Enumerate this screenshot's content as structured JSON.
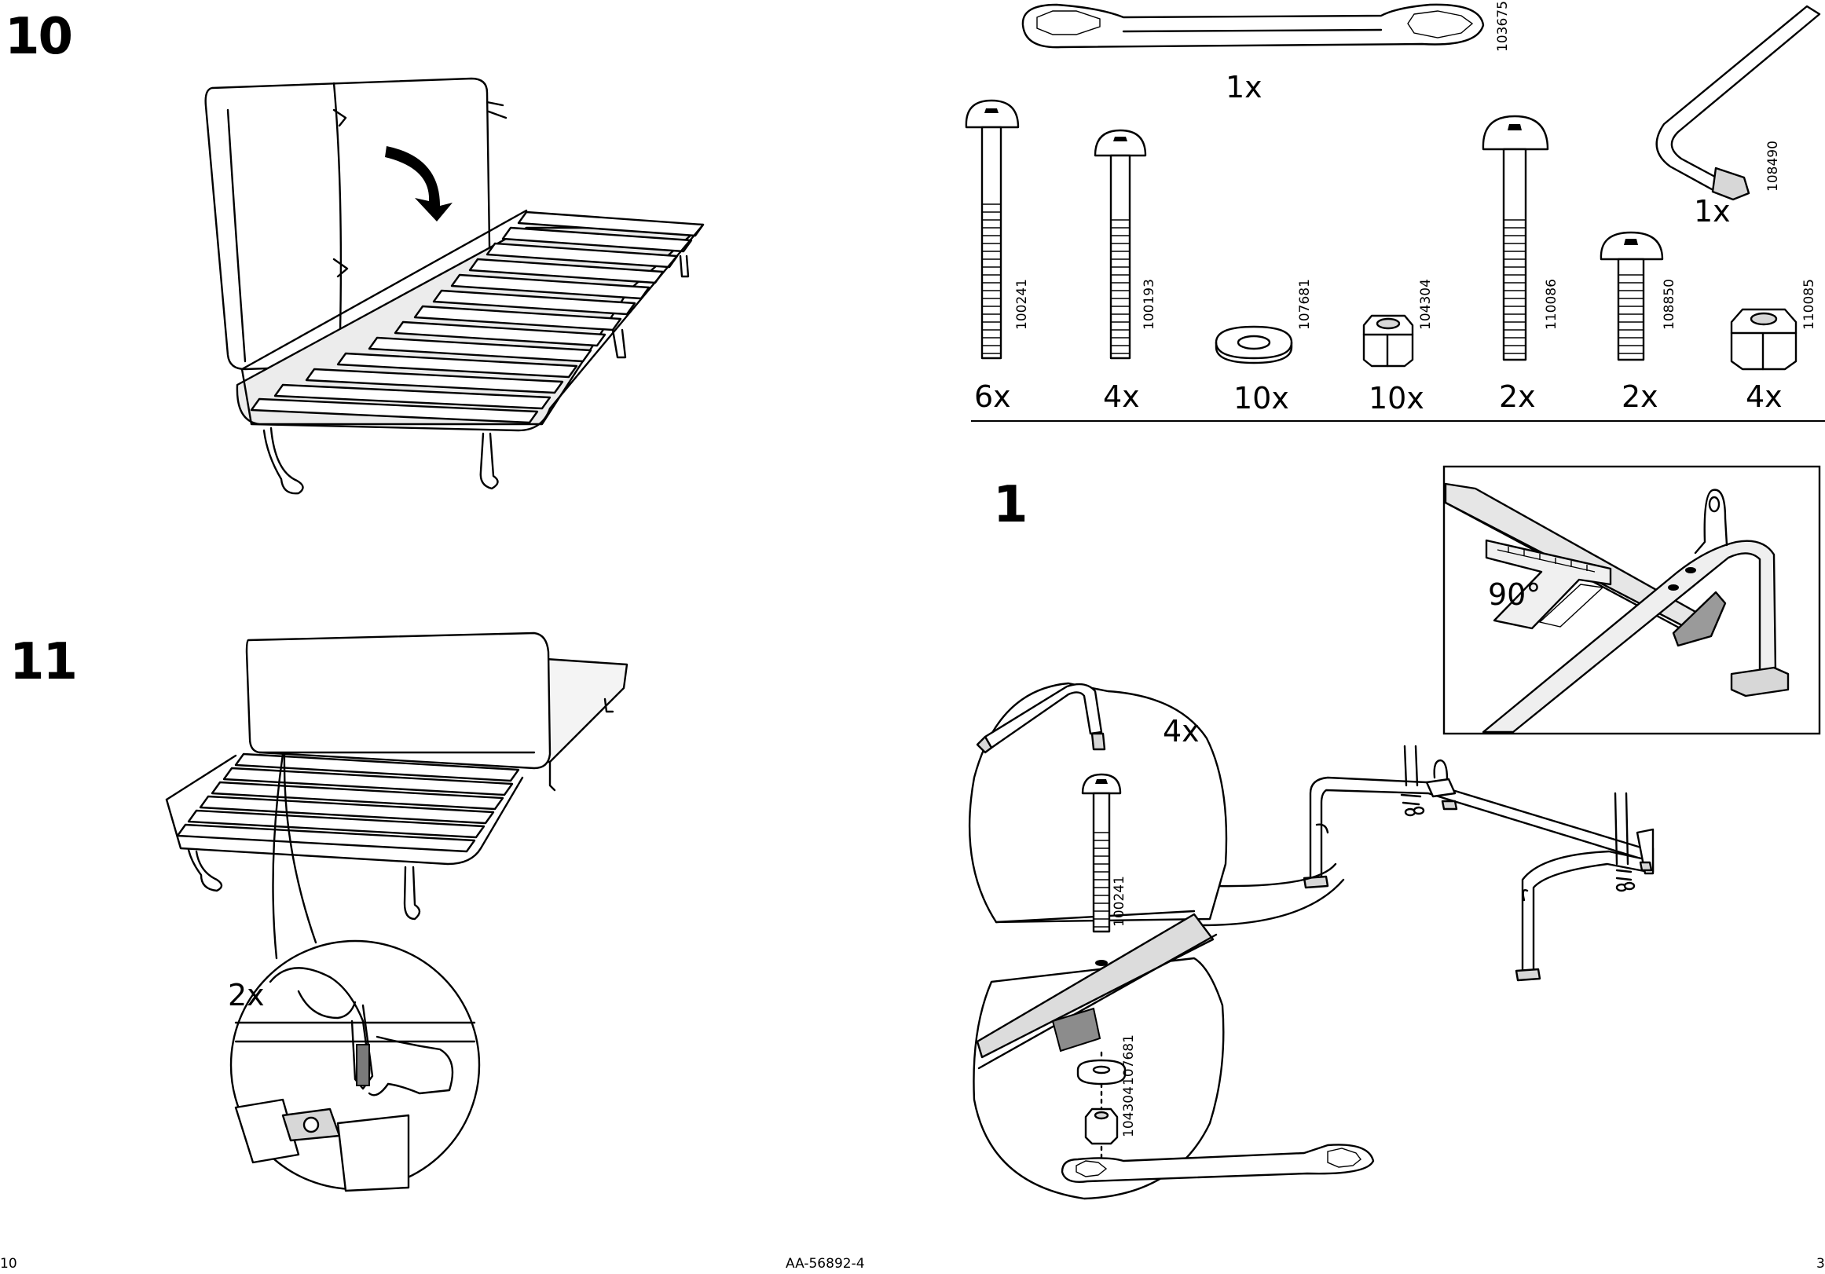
{
  "steps": {
    "step10": "10",
    "step11": "11",
    "step1": "1"
  },
  "parts": {
    "wrench": {
      "code": "103675",
      "qty": "1x"
    },
    "allen_key": {
      "code": "108490",
      "qty": "1x"
    },
    "items": [
      {
        "code": "100241",
        "qty": "6x"
      },
      {
        "code": "100193",
        "qty": "4x"
      },
      {
        "code": "107681",
        "qty": "10x"
      },
      {
        "code": "104304",
        "qty": "10x"
      },
      {
        "code": "110086",
        "qty": "2x"
      },
      {
        "code": "108850",
        "qty": "2x"
      },
      {
        "code": "110085",
        "qty": "4x"
      }
    ]
  },
  "step11_detail": {
    "qty": "2x"
  },
  "step1_detail": {
    "qty": "4x",
    "bolt_code": "100241",
    "washer_code": "107681",
    "nut_code": "104304",
    "angle": "90°"
  },
  "footer": {
    "page_left": "10",
    "doc_id": "AA-56892-4",
    "page_right": "3"
  }
}
